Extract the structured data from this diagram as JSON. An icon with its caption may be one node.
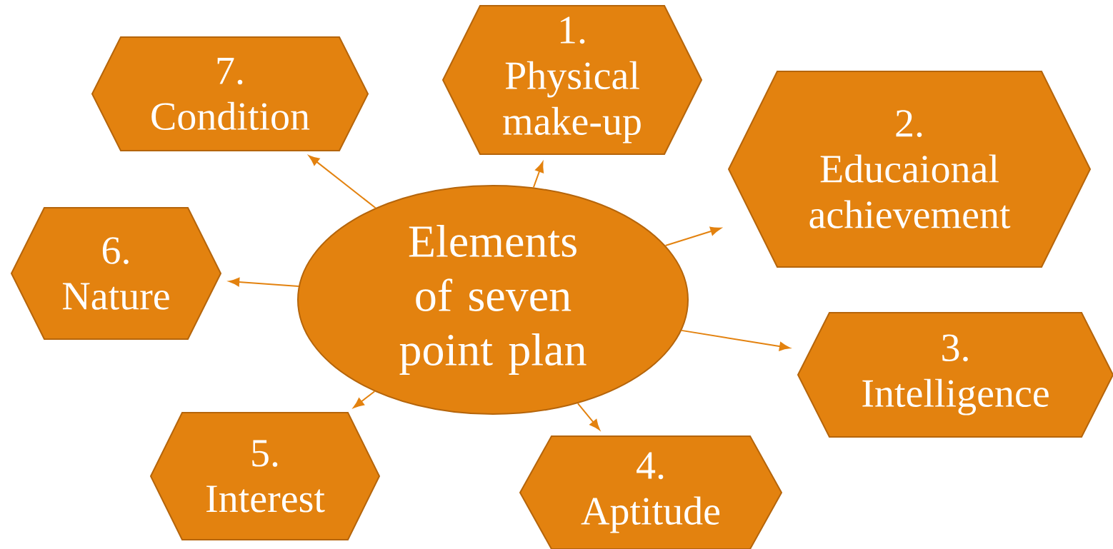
{
  "diagram": {
    "nodes": [
      {
        "text": [
          "Elements of seven point plan"
        ]
      },
      {
        "text": [
          "1.",
          "Physical make-up"
        ]
      },
      {
        "text": [
          "2.",
          "Educaional achievement"
        ]
      },
      {
        "text": [
          "3.",
          "Intelligence"
        ]
      },
      {
        "text": [
          "4.",
          "Aptitude"
        ]
      },
      {
        "text": [
          "5.",
          "Interest"
        ]
      },
      {
        "text": [
          "6.",
          "Nature"
        ]
      },
      {
        "text": [
          "7.",
          "Condition"
        ]
      }
    ],
    "edges": [
      {
        "from": 0,
        "to": 1,
        "arrow": "to"
      },
      {
        "from": 0,
        "to": 2,
        "arrow": "to"
      },
      {
        "from": 0,
        "to": 3,
        "arrow": "to"
      },
      {
        "from": 0,
        "to": 4,
        "arrow": "to"
      },
      {
        "from": 0,
        "to": 5,
        "arrow": "to"
      },
      {
        "from": 0,
        "to": 6,
        "arrow": "to"
      },
      {
        "from": 0,
        "to": 7,
        "arrow": "to"
      }
    ]
  }
}
